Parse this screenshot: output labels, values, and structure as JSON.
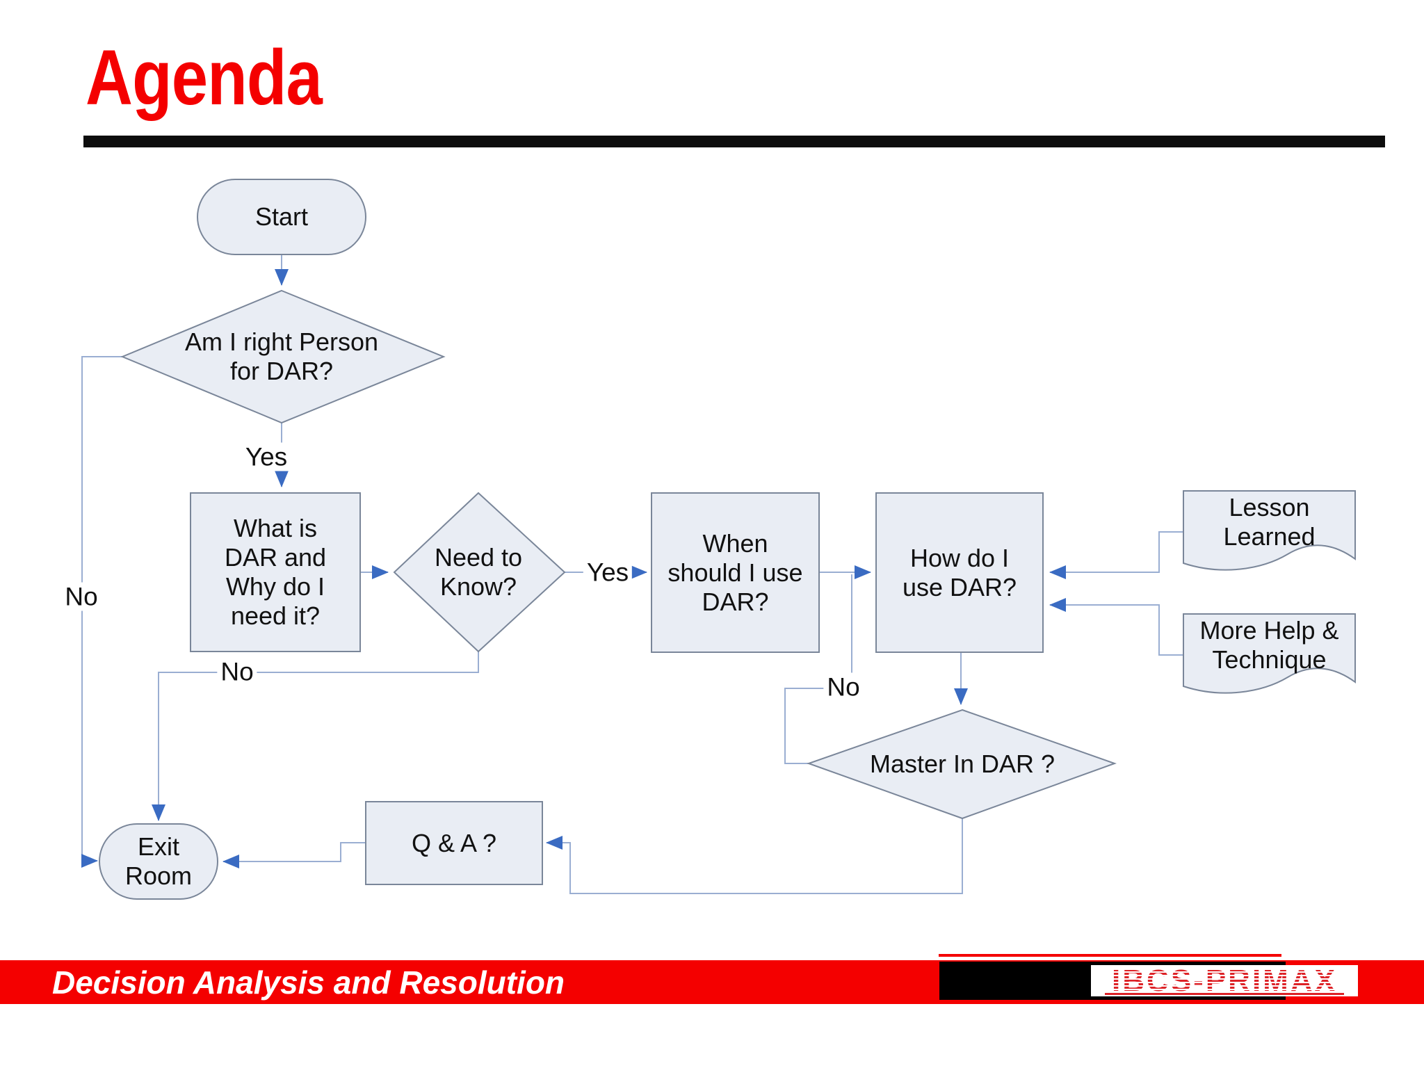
{
  "header": {
    "title": "Agenda",
    "title_color": "#f40000",
    "rule_color": "#0d0d0d"
  },
  "flowchart": {
    "nodes": {
      "start": {
        "label": "Start",
        "shape": "terminator"
      },
      "right_person": {
        "label": "Am I right Person\nfor DAR?",
        "shape": "decision"
      },
      "what_is_dar": {
        "label": "What is\nDAR and\nWhy do I\nneed it?",
        "shape": "process"
      },
      "need_to_know": {
        "label": "Need to\nKnow?",
        "shape": "decision"
      },
      "when_use_dar": {
        "label": "When\nshould I use\nDAR?",
        "shape": "process"
      },
      "how_use_dar": {
        "label": "How do I\nuse DAR?",
        "shape": "process"
      },
      "lesson_learned": {
        "label": "Lesson\nLearned",
        "shape": "document"
      },
      "more_help": {
        "label": "More Help &\nTechnique",
        "shape": "document"
      },
      "master_in_dar": {
        "label": "Master In DAR ?",
        "shape": "decision"
      },
      "qa": {
        "label": "Q & A ?",
        "shape": "process"
      },
      "exit_room": {
        "label": "Exit\nRoom",
        "shape": "terminator"
      }
    },
    "edge_labels": {
      "yes_person": "Yes",
      "no_person": "No",
      "yes_know": "Yes",
      "no_know": "No",
      "no_master": "No"
    },
    "colors": {
      "shape_fill": "#e9edf4",
      "shape_border": "#7a8699",
      "line": "#9aaed2",
      "arrow": "#3a6bc2",
      "text": "#111111"
    }
  },
  "footer": {
    "caption": "Decision Analysis and Resolution",
    "bar_color": "#f40000",
    "caption_color": "#ffffff",
    "logo_text": "IBCS-PRIMAX",
    "logo_color": "#dd2227"
  }
}
